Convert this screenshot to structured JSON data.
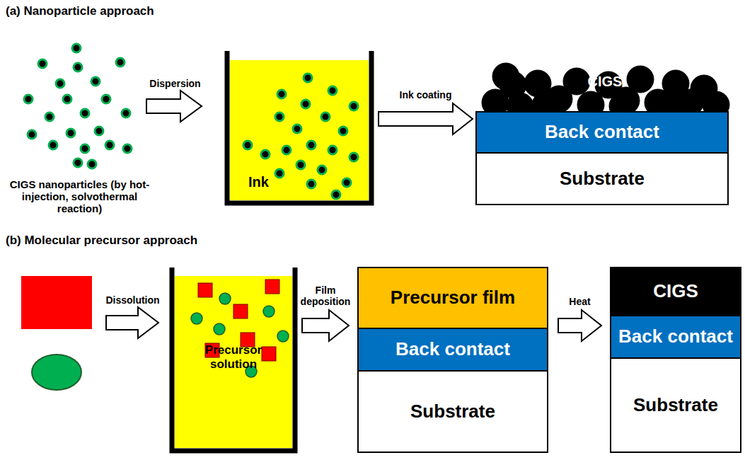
{
  "diagram": {
    "nodes": [
      {
        "text": [
          "Ink"
        ]
      },
      {
        "text": [
          "CIGS"
        ]
      },
      {
        "text": [
          "Back contact"
        ]
      },
      {
        "text": [
          "Substrate"
        ]
      },
      {
        "text": [
          "Precursor solution"
        ]
      },
      {
        "text": [
          "Precursor film"
        ]
      },
      {
        "text": [
          "Back contact"
        ]
      },
      {
        "text": [
          "Substrate"
        ]
      },
      {
        "text": [
          "CIGS"
        ]
      },
      {
        "text": [
          "Back contact"
        ]
      },
      {
        "text": [
          "Substrate"
        ]
      }
    ],
    "edges": [
      {
        "from": 0,
        "to": 1,
        "label": "Ink coating",
        "arrow": "to"
      },
      {
        "from": 4,
        "to": 5,
        "label": "Film deposition",
        "arrow": "to"
      },
      {
        "from": 5,
        "to": 8,
        "label": "Heat",
        "arrow": "to"
      }
    ],
    "labels": [
      "(a) Nanoparticle approach",
      "CIGS nanoparticles (by hot-injection, solvothermal reaction)",
      "Dispersion",
      "(b) Molecular precursor approach",
      "Dissolution"
    ]
  }
}
